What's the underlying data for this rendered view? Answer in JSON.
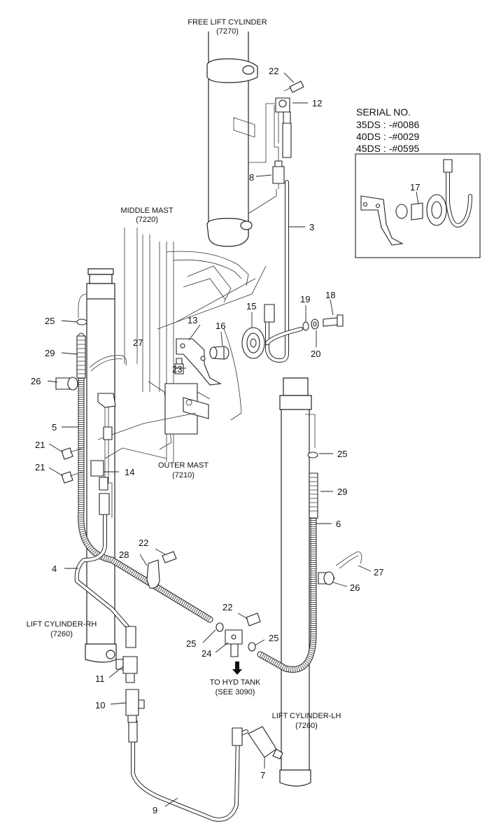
{
  "labels": {
    "free_lift_cylinder": "FREE LIFT CYLINDER",
    "free_lift_cylinder_code": "(7270)",
    "middle_mast": "MIDDLE MAST",
    "middle_mast_code": "(7220)",
    "outer_mast": "OUTER MAST",
    "outer_mast_code": "(7210)",
    "lift_cylinder_rh": "LIFT CYLINDER-RH",
    "lift_cylinder_rh_code": "(7260)",
    "lift_cylinder_lh": "LIFT CYLINDER-LH",
    "lift_cylinder_lh_code": "(7260)",
    "to_hyd_tank": "TO HYD TANK",
    "see_3090": "(SEE 3090)"
  },
  "serial": {
    "title": "SERIAL NO.",
    "line1": "35DS : -#0086",
    "line2": "40DS : -#0029",
    "line3": "45DS : -#0595"
  },
  "callouts": {
    "c22a": "22",
    "c12": "12",
    "c8": "8",
    "c3": "3",
    "c17": "17",
    "c15": "15",
    "c19": "19",
    "c18": "18",
    "c20": "20",
    "c16": "16",
    "c13": "13",
    "c27a": "27",
    "c23": "23",
    "c25a": "25",
    "c29a": "29",
    "c26a": "26",
    "c5": "5",
    "c21a": "21",
    "c21b": "21",
    "c14": "14",
    "c25b": "25",
    "c29b": "29",
    "c6": "6",
    "c27b": "27",
    "c26b": "26",
    "c22b": "22",
    "c28": "28",
    "c4": "4",
    "c22c": "22",
    "c25c": "25",
    "c25d": "25",
    "c24": "24",
    "c11": "11",
    "c10": "10",
    "c7": "7",
    "c9": "9"
  }
}
